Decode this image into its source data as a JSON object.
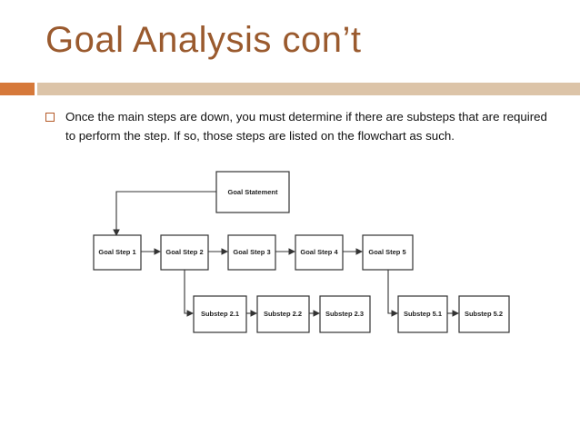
{
  "slide": {
    "title": "Goal Analysis con’t",
    "accent_colors": {
      "title": "#9a5a2e",
      "bar_left": "#d6793a",
      "bar_right": "#dcc4a8"
    },
    "bullets": [
      "Once the main steps are down, you must determine if there are substeps that are required to perform the step.  If so, those steps are listed on the flowchart as such."
    ]
  },
  "flowchart": {
    "goal_statement": "Goal Statement",
    "goal_steps": [
      "Goal Step 1",
      "Goal Step 2",
      "Goal Step 3",
      "Goal Step 4",
      "Goal Step 5"
    ],
    "substeps_step2": [
      "Substep 2.1",
      "Substep 2.2",
      "Substep 2.3"
    ],
    "substeps_step5": [
      "Substep 5.1",
      "Substep 5.2"
    ]
  }
}
